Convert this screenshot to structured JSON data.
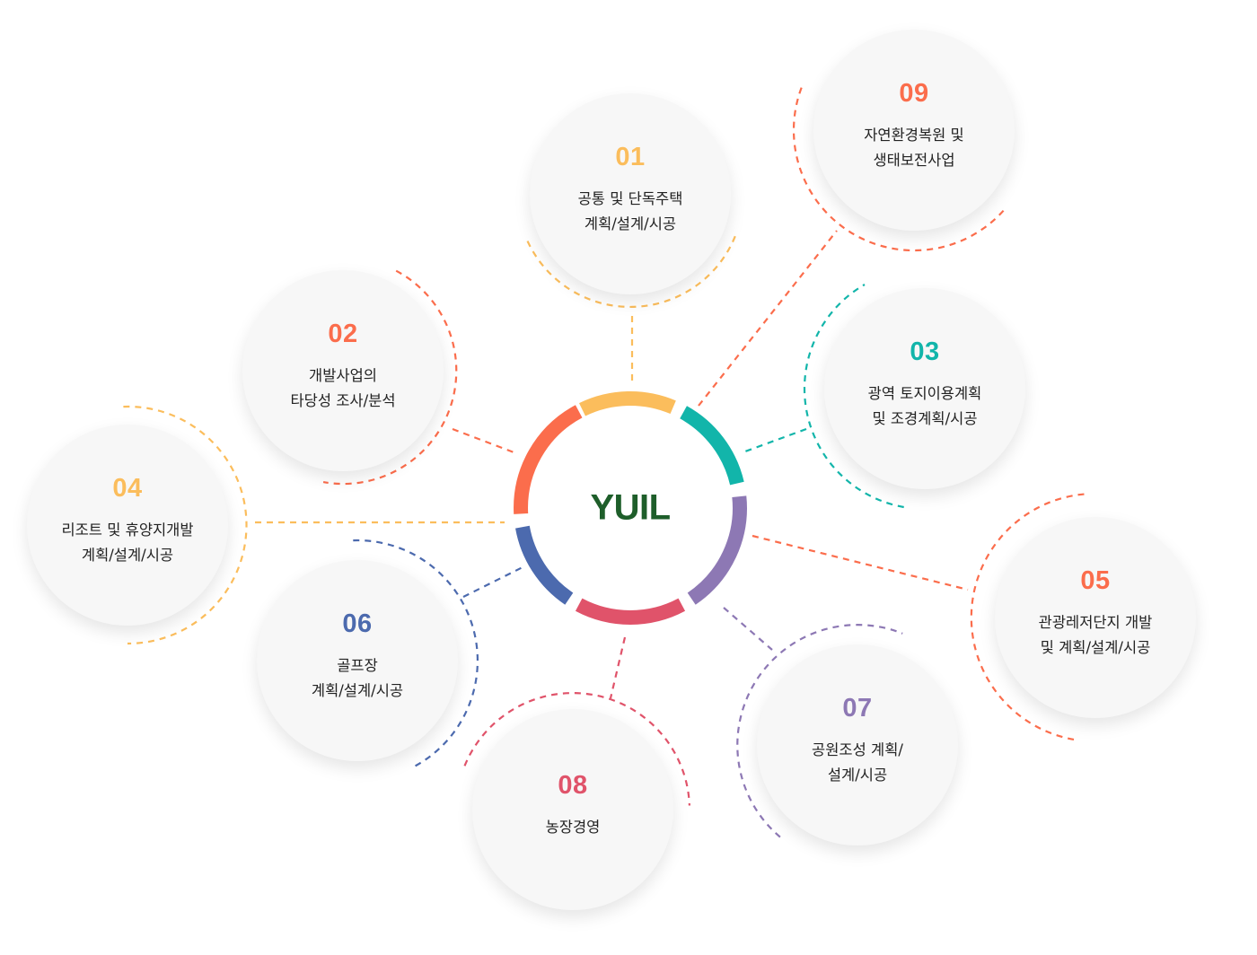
{
  "center": {
    "label": "YUIL",
    "color": "#1e5e2a"
  },
  "colors": {
    "yellow": "#fbbd5c",
    "orange": "#fb6d4c",
    "teal": "#12b5aa",
    "purple": "#8d78b4",
    "red": "#e0536a",
    "blue": "#4c6aae"
  },
  "nodes": [
    {
      "id": "01",
      "number": "01",
      "lines": [
        "공통 및 단독주택",
        "계획/설계/시공"
      ],
      "color": "#fbbd5c"
    },
    {
      "id": "02",
      "number": "02",
      "lines": [
        "개발사업의",
        "타당성 조사/분석"
      ],
      "color": "#fb6d4c"
    },
    {
      "id": "03",
      "number": "03",
      "lines": [
        "광역 토지이용계획",
        "및 조경계획/시공"
      ],
      "color": "#12b5aa"
    },
    {
      "id": "04",
      "number": "04",
      "lines": [
        "리조트 및 휴양지개발",
        "계획/설계/시공"
      ],
      "color": "#fbbd5c"
    },
    {
      "id": "05",
      "number": "05",
      "lines": [
        "관광레저단지 개발",
        "및 계획/설계/시공"
      ],
      "color": "#fb6d4c"
    },
    {
      "id": "06",
      "number": "06",
      "lines": [
        "골프장",
        "계획/설계/시공"
      ],
      "color": "#4c6aae"
    },
    {
      "id": "07",
      "number": "07",
      "lines": [
        "공원조성 계획/",
        "설계/시공"
      ],
      "color": "#8d78b4"
    },
    {
      "id": "08",
      "number": "08",
      "lines": [
        "농장경영"
      ],
      "color": "#e0536a"
    },
    {
      "id": "09",
      "number": "09",
      "lines": [
        "자연환경복원 및",
        "생태보전사업"
      ],
      "color": "#fb6d4c"
    }
  ]
}
